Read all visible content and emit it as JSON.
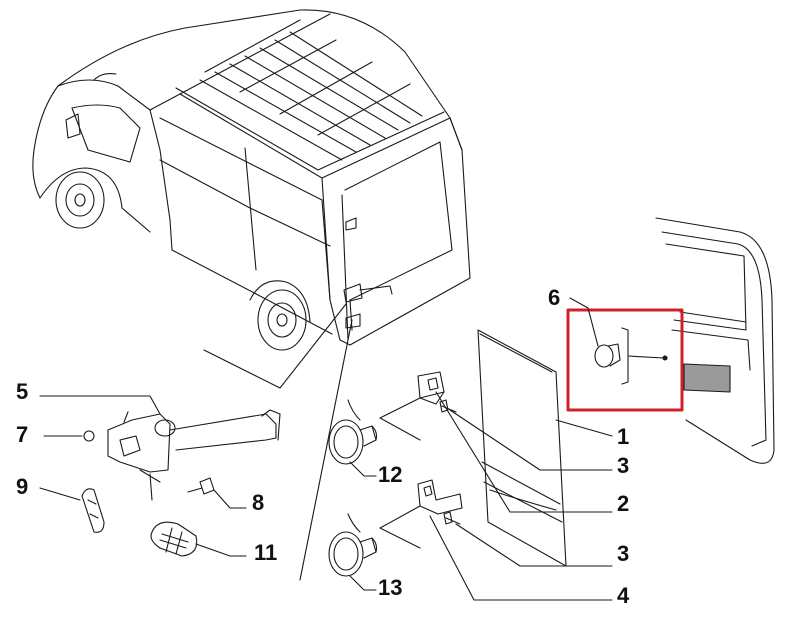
{
  "callouts": {
    "c1": "1",
    "c2": "2",
    "c3a": "3",
    "c3b": "3",
    "c4": "4",
    "c5": "5",
    "c6": "6",
    "c7": "7",
    "c8": "8",
    "c9": "9",
    "c11": "11",
    "c12": "12",
    "c13": "13"
  },
  "colors": {
    "line": "#1a1a1a",
    "highlight": "#d0202a",
    "shade": "#555555"
  },
  "icons": {
    "van": "van-outline",
    "panel": "rear-door-trim-panel",
    "door": "rear-door-detail"
  }
}
